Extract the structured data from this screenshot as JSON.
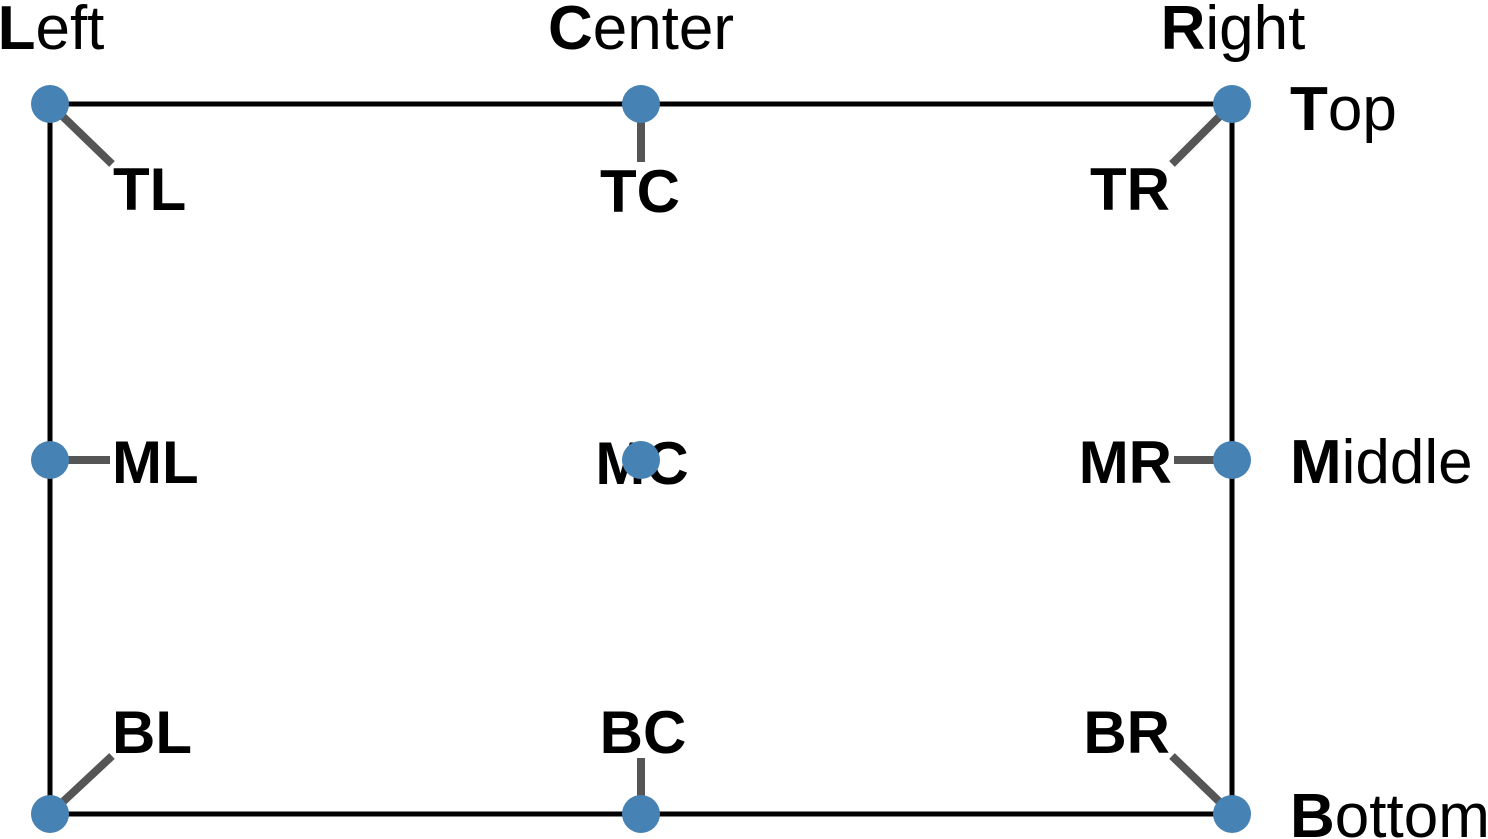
{
  "colors": {
    "point": "#4682B4",
    "leader": "#555555",
    "frame": "#000000",
    "text": "#000000",
    "background": "#FFFFFF"
  },
  "column_headers": [
    {
      "id": "left",
      "initial": "L",
      "rest": "eft"
    },
    {
      "id": "center",
      "initial": "C",
      "rest": "enter"
    },
    {
      "id": "right",
      "initial": "R",
      "rest": "ight"
    }
  ],
  "row_headers": [
    {
      "id": "top",
      "initial": "T",
      "rest": "op"
    },
    {
      "id": "middle",
      "initial": "M",
      "rest": "iddle"
    },
    {
      "id": "bottom",
      "initial": "B",
      "rest": "ottom"
    }
  ],
  "anchor_labels": {
    "tl": "TL",
    "tc": "TC",
    "tr": "TR",
    "ml": "ML",
    "mc": "MC",
    "mr": "MR",
    "bl": "BL",
    "bc": "BC",
    "br": "BR"
  }
}
